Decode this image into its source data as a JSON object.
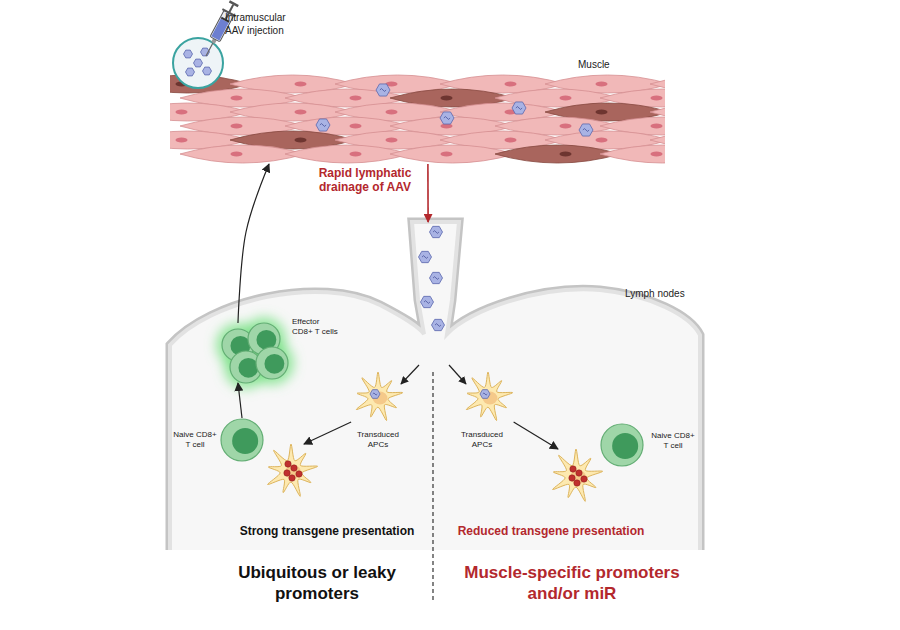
{
  "diagram": {
    "nodes": [
      {
        "text": [
          "Muscle"
        ]
      },
      {
        "text": [
          "Lymph nodes"
        ]
      },
      {
        "text": [
          "Effector CD8+ T cells"
        ],
        "in": 1
      },
      {
        "text": [
          "Transduced APCs"
        ],
        "in": 1
      },
      {
        "text": [
          "Naive CD8+ T cell"
        ],
        "in": 1
      },
      {
        "text": [
          "Strong transgene presentation"
        ],
        "in": 1
      },
      {
        "text": [
          "Transduced APCs"
        ],
        "in": 1
      },
      {
        "text": [
          "Reduced transgene presentation"
        ],
        "in": 1
      },
      {
        "text": [
          "Naive CD8+ T cell"
        ],
        "in": 1
      }
    ],
    "edges": [
      {
        "from": 0,
        "to": 1,
        "label": "Rapid lymphatic drainage of AAV",
        "arrow": "to"
      },
      {
        "from": 4,
        "to": 2,
        "arrow": "to"
      },
      {
        "from": 2,
        "to": 0,
        "arrow": "to"
      },
      {
        "from": 3,
        "to": 5,
        "arrow": "to"
      },
      {
        "from": 6,
        "to": 7,
        "arrow": "to"
      }
    ],
    "labels": [
      "Intramuscular AAV injection",
      "Ubiquitous or leaky promoters",
      "Muscle-specific promoters and/or miR"
    ]
  }
}
